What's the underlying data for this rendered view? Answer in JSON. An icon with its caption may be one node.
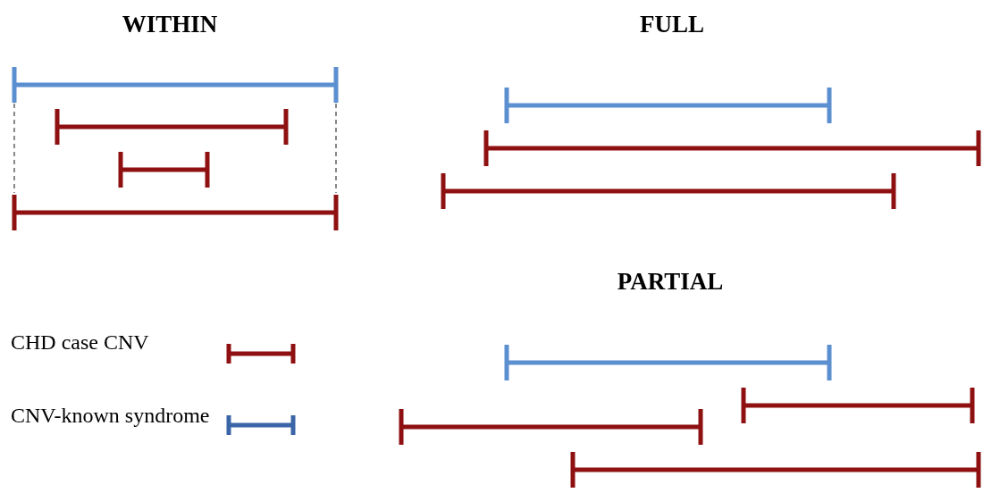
{
  "diagram": {
    "labels": [
      "WITHIN",
      "FULL",
      "PARTIAL"
    ],
    "legend": [
      {
        "text": "CHD case CNV"
      },
      {
        "text": "CNV-known syndrome"
      }
    ]
  }
}
